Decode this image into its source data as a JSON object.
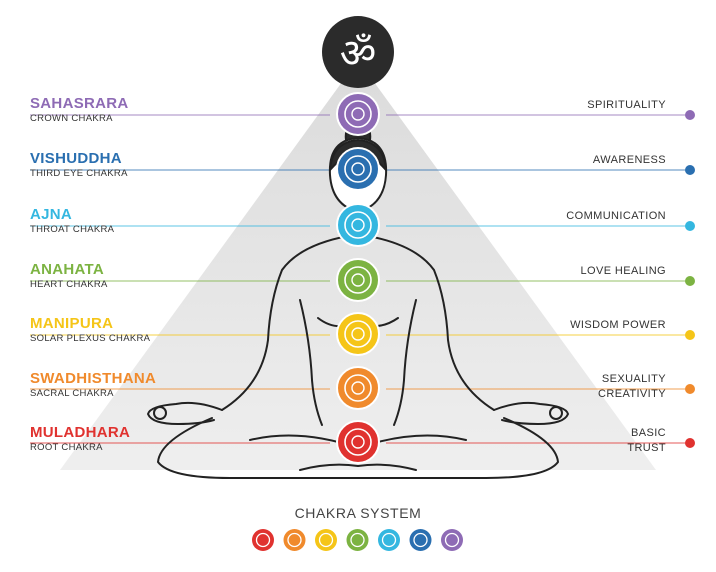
{
  "om_symbol": "ॐ",
  "caption": "CHAKRA SYSTEM",
  "chakras": [
    {
      "name": "SAHASRARA",
      "subtitle": "CROWN CHAKRA",
      "quality": [
        "SPIRITUALITY"
      ],
      "color": "#8e6bb5"
    },
    {
      "name": "VISHUDDHA",
      "subtitle": "THIRD EYE CHAKRA",
      "quality": [
        "AWARENESS"
      ],
      "color": "#2a6fb0"
    },
    {
      "name": "AJNA",
      "subtitle": "THROAT CHAKRA",
      "quality": [
        "COMMUNICATION"
      ],
      "color": "#34b7e0"
    },
    {
      "name": "ANAHATA",
      "subtitle": "HEART CHAKRA",
      "quality": [
        "LOVE HEALING"
      ],
      "color": "#7cb342"
    },
    {
      "name": "MANIPURA",
      "subtitle": "SOLAR PLEXUS CHAKRA",
      "quality": [
        "WISDOM POWER"
      ],
      "color": "#f5c518"
    },
    {
      "name": "SWADHISTHANA",
      "subtitle": "SACRAL CHAKRA",
      "quality": [
        "SEXUALITY",
        "CREATIVITY"
      ],
      "color": "#f08a2c"
    },
    {
      "name": "MULADHARA",
      "subtitle": "ROOT  CHAKRA",
      "quality": [
        "BASIC",
        "TRUST"
      ],
      "color": "#e0322f"
    }
  ]
}
